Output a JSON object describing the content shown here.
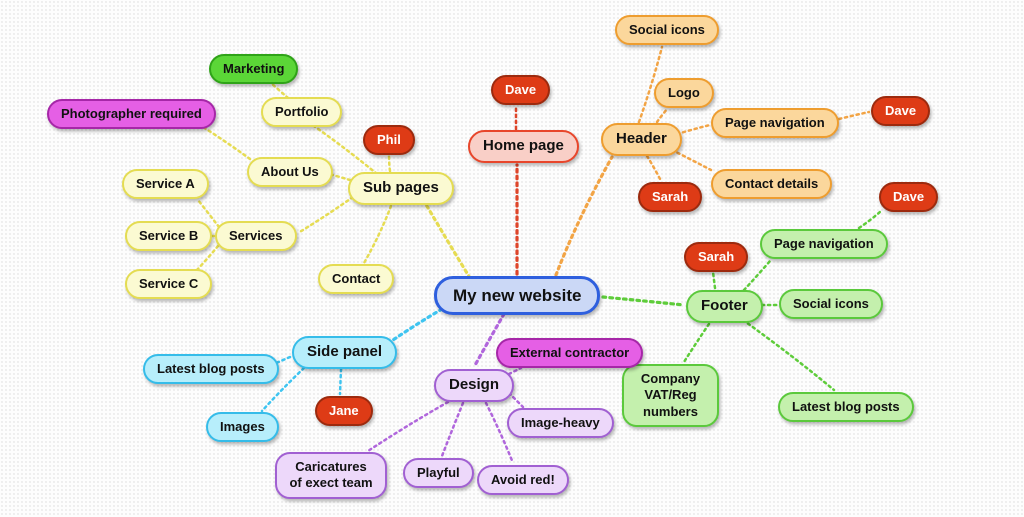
{
  "palette": {
    "center_fill": "#CBD8F6",
    "center_border": "#2E5FDE",
    "yellow_fill": "#FBFAD2",
    "yellow_border": "#E4DC52",
    "green_fill": "#5BD637",
    "green_border": "#2FA318",
    "magenta_fill": "#E55FE5",
    "magenta_border": "#A627A8",
    "red_fill": "#DE3B16",
    "red_border": "#9C2A0E",
    "pink_fill": "#F9CFC7",
    "pink_border": "#E8462B",
    "orange_fill": "#FBD79C",
    "orange_border": "#EE9D2F",
    "light_green_fill": "#C4F0AD",
    "light_green_border": "#5BC93C",
    "cyan_fill": "#B7EEFB",
    "cyan_border": "#35BCE9",
    "purple_fill": "#EDD8FA",
    "purple_border": "#A160D2"
  },
  "nodes": [
    {
      "id": "center",
      "label": "My new website",
      "branch": "root"
    },
    {
      "id": "marketing",
      "label": "Marketing",
      "branch": "sub-pages"
    },
    {
      "id": "photographer",
      "label": "Photographer required",
      "branch": "sub-pages"
    },
    {
      "id": "portfolio",
      "label": "Portfolio",
      "branch": "sub-pages"
    },
    {
      "id": "phil",
      "label": "Phil",
      "branch": "sub-pages"
    },
    {
      "id": "about-us",
      "label": "About Us",
      "branch": "sub-pages"
    },
    {
      "id": "service-a",
      "label": "Service A",
      "branch": "sub-pages"
    },
    {
      "id": "sub-pages",
      "label": "Sub pages",
      "branch": "sub-pages"
    },
    {
      "id": "service-b",
      "label": "Service B",
      "branch": "sub-pages"
    },
    {
      "id": "services",
      "label": "Services",
      "branch": "sub-pages"
    },
    {
      "id": "service-c",
      "label": "Service C",
      "branch": "sub-pages"
    },
    {
      "id": "contact",
      "label": "Contact",
      "branch": "sub-pages"
    },
    {
      "id": "dave-home",
      "label": "Dave",
      "branch": "home-page"
    },
    {
      "id": "home-page",
      "label": "Home page",
      "branch": "home-page"
    },
    {
      "id": "social-icons-hdr",
      "label": "Social icons",
      "branch": "header"
    },
    {
      "id": "logo",
      "label": "Logo",
      "branch": "header"
    },
    {
      "id": "header",
      "label": "Header",
      "branch": "header"
    },
    {
      "id": "page-nav-hdr",
      "label": "Page navigation",
      "branch": "header"
    },
    {
      "id": "dave-hdr",
      "label": "Dave",
      "branch": "header"
    },
    {
      "id": "contact-details",
      "label": "Contact details",
      "branch": "header"
    },
    {
      "id": "sarah-hdr",
      "label": "Sarah",
      "branch": "header"
    },
    {
      "id": "dave-ftr",
      "label": "Dave",
      "branch": "footer"
    },
    {
      "id": "page-nav-ftr",
      "label": "Page navigation",
      "branch": "footer"
    },
    {
      "id": "sarah-ftr",
      "label": "Sarah",
      "branch": "footer"
    },
    {
      "id": "footer",
      "label": "Footer",
      "branch": "footer"
    },
    {
      "id": "social-icons-ftr",
      "label": "Social icons",
      "branch": "footer"
    },
    {
      "id": "latest-blog-ftr",
      "label": "Latest blog posts",
      "branch": "footer"
    },
    {
      "id": "company-vat",
      "label": "Company VAT/Reg numbers",
      "branch": "footer"
    },
    {
      "id": "side-panel",
      "label": "Side panel",
      "branch": "side-panel"
    },
    {
      "id": "latest-blog-side",
      "label": "Latest blog posts",
      "branch": "side-panel"
    },
    {
      "id": "external-contractor",
      "label": "External contractor",
      "branch": "design"
    },
    {
      "id": "design",
      "label": "Design",
      "branch": "design"
    },
    {
      "id": "images",
      "label": "Images",
      "branch": "side-panel"
    },
    {
      "id": "jane",
      "label": "Jane",
      "branch": "side-panel"
    },
    {
      "id": "image-heavy",
      "label": "Image-heavy",
      "branch": "design"
    },
    {
      "id": "caricatures",
      "label": "Caricatures of exect team",
      "branch": "design"
    },
    {
      "id": "playful",
      "label": "Playful",
      "branch": "design"
    },
    {
      "id": "avoid-red",
      "label": "Avoid red!",
      "branch": "design"
    }
  ],
  "edges": [
    {
      "from": "center",
      "to": "sub-pages",
      "color": "yellow"
    },
    {
      "from": "sub-pages",
      "to": "portfolio",
      "color": "yellow"
    },
    {
      "from": "portfolio",
      "to": "marketing",
      "color": "yellow"
    },
    {
      "from": "sub-pages",
      "to": "about-us",
      "color": "yellow"
    },
    {
      "from": "about-us",
      "to": "photographer",
      "color": "yellow"
    },
    {
      "from": "sub-pages",
      "to": "services",
      "color": "yellow"
    },
    {
      "from": "services",
      "to": "service-a",
      "color": "yellow"
    },
    {
      "from": "services",
      "to": "service-b",
      "color": "yellow"
    },
    {
      "from": "services",
      "to": "service-c",
      "color": "yellow"
    },
    {
      "from": "sub-pages",
      "to": "contact",
      "color": "yellow"
    },
    {
      "from": "sub-pages",
      "to": "phil",
      "color": "yellow"
    },
    {
      "from": "center",
      "to": "home-page",
      "color": "red"
    },
    {
      "from": "home-page",
      "to": "dave-home",
      "color": "red"
    },
    {
      "from": "center",
      "to": "header",
      "color": "orange"
    },
    {
      "from": "header",
      "to": "social-icons-hdr",
      "color": "orange"
    },
    {
      "from": "header",
      "to": "logo",
      "color": "orange"
    },
    {
      "from": "header",
      "to": "page-nav-hdr",
      "color": "orange"
    },
    {
      "from": "header",
      "to": "contact-details",
      "color": "orange"
    },
    {
      "from": "header",
      "to": "sarah-hdr",
      "color": "orange"
    },
    {
      "from": "page-nav-hdr",
      "to": "dave-hdr",
      "color": "orange"
    },
    {
      "from": "center",
      "to": "footer",
      "color": "green"
    },
    {
      "from": "footer",
      "to": "sarah-ftr",
      "color": "green"
    },
    {
      "from": "footer",
      "to": "page-nav-ftr",
      "color": "green"
    },
    {
      "from": "footer",
      "to": "social-icons-ftr",
      "color": "green"
    },
    {
      "from": "footer",
      "to": "latest-blog-ftr",
      "color": "green"
    },
    {
      "from": "footer",
      "to": "company-vat",
      "color": "green"
    },
    {
      "from": "page-nav-ftr",
      "to": "dave-ftr",
      "color": "green"
    },
    {
      "from": "center",
      "to": "side-panel",
      "color": "cyan"
    },
    {
      "from": "side-panel",
      "to": "latest-blog-side",
      "color": "cyan"
    },
    {
      "from": "side-panel",
      "to": "images",
      "color": "cyan"
    },
    {
      "from": "side-panel",
      "to": "jane",
      "color": "cyan"
    },
    {
      "from": "center",
      "to": "design",
      "color": "purple"
    },
    {
      "from": "design",
      "to": "external-contractor",
      "color": "purple"
    },
    {
      "from": "design",
      "to": "image-heavy",
      "color": "purple"
    },
    {
      "from": "design",
      "to": "caricatures",
      "color": "purple"
    },
    {
      "from": "design",
      "to": "playful",
      "color": "purple"
    },
    {
      "from": "design",
      "to": "avoid-red",
      "color": "purple"
    }
  ]
}
